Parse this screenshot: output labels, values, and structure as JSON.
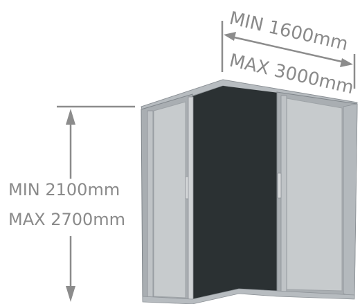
{
  "width_dimension": {
    "min_label": "MIN 1600mm",
    "max_label": "MAX 3000mm"
  },
  "height_dimension": {
    "min_label": "MIN 2100mm",
    "max_label": "MAX 2700mm"
  },
  "colors": {
    "dimension_line": "#8c8c8c",
    "dimension_text": "#8a8a8a",
    "frame_light": "#c9cdd0",
    "frame_mid": "#a9aeb2",
    "frame_dark": "#7f858a",
    "glass": "#c7cbcd",
    "opening_dark": "#2b3133"
  }
}
